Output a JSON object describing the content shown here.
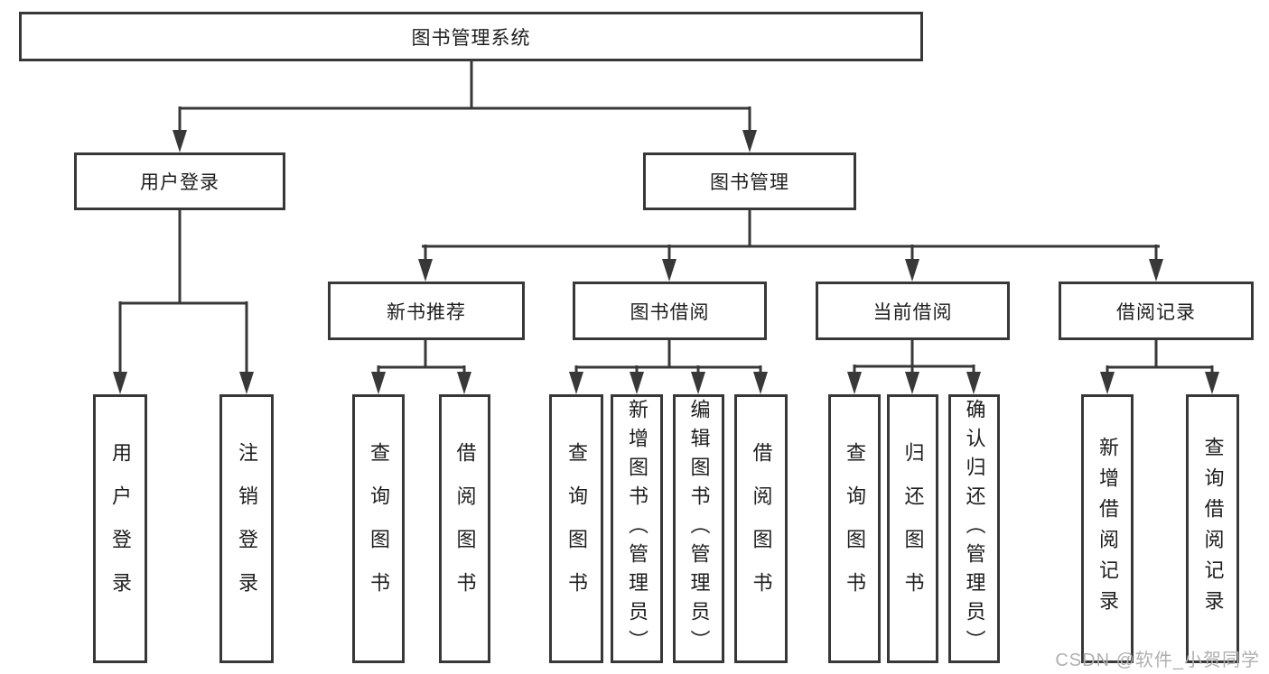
{
  "tree": {
    "label": "图书管理系统",
    "children": [
      {
        "label": "用户登录",
        "children": [
          {
            "label": "用户登录"
          },
          {
            "label": "注销登录"
          }
        ]
      },
      {
        "label": "图书管理",
        "children": [
          {
            "label": "新书推荐",
            "children": [
              {
                "label": "查询图书"
              },
              {
                "label": "借阅图书"
              }
            ]
          },
          {
            "label": "图书借阅",
            "children": [
              {
                "label": "查询图书"
              },
              {
                "label": "新增图书（管理员）"
              },
              {
                "label": "编辑图书（管理员）"
              },
              {
                "label": "借阅图书"
              }
            ]
          },
          {
            "label": "当前借阅",
            "children": [
              {
                "label": "查询图书"
              },
              {
                "label": "归还图书"
              },
              {
                "label": "确认归还（管理员）"
              }
            ]
          },
          {
            "label": "借阅记录",
            "children": [
              {
                "label": "新增借阅记录"
              },
              {
                "label": "查询借阅记录"
              }
            ]
          }
        ]
      }
    ]
  },
  "watermark": {
    "text": "CSDN @软件_小贺同学"
  },
  "colors": {
    "line": "#383838",
    "box_border": "#383838",
    "text": "#1e1e1e",
    "watermark": "#b0b0b0",
    "background": "#ffffff"
  }
}
